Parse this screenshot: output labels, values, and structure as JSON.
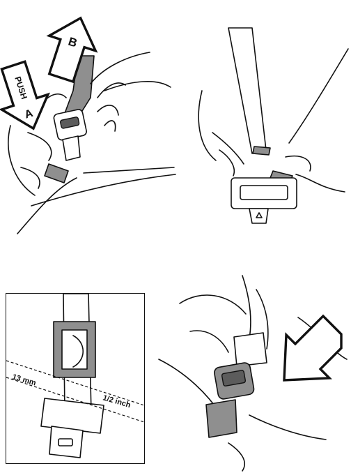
{
  "panel1": {
    "arrow_a_push": "PUSH",
    "arrow_a_letter": "A",
    "arrow_b_letter": "B"
  },
  "panel3": {
    "measure_left": "13 mm",
    "measure_right": "1/2 inch"
  }
}
